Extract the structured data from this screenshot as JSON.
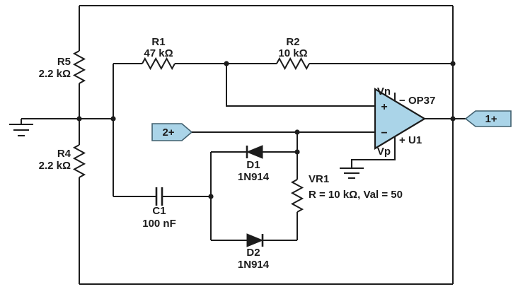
{
  "schematic": {
    "resistors": {
      "r1": {
        "ref": "R1",
        "value": "47 kΩ"
      },
      "r2": {
        "ref": "R2",
        "value": "10 kΩ"
      },
      "r5": {
        "ref": "R5",
        "value": "2.2 kΩ"
      },
      "r4": {
        "ref": "R4",
        "value": "2.2 kΩ"
      },
      "vr1": {
        "ref": "VR1",
        "value": "R = 10 kΩ, Val = 50"
      }
    },
    "capacitors": {
      "c1": {
        "ref": "C1",
        "value": "100 nF"
      }
    },
    "diodes": {
      "d1": {
        "ref": "D1",
        "value": "1N914"
      },
      "d2": {
        "ref": "D2",
        "value": "1N914"
      }
    },
    "opamp": {
      "ref": "U1",
      "part": "OP37",
      "pin_top": "Vn",
      "pin_bottom": "Vp",
      "input_top_sign": "+",
      "input_bottom_sign": "−",
      "supply_top_sign": "−",
      "supply_bottom_sign": "+"
    },
    "ports": {
      "input_flag": "2+",
      "output_flag": "1+"
    },
    "colors": {
      "wire": "#1c1c1c",
      "fill_blue": "#aad4e8",
      "background": "#ffffff"
    }
  }
}
